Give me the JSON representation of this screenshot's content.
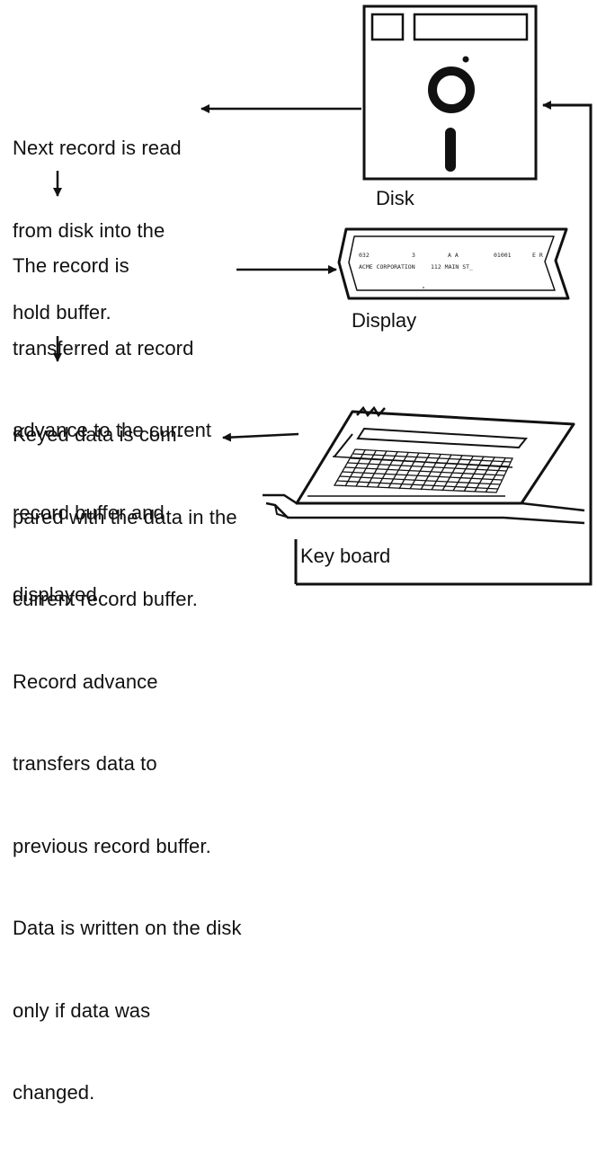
{
  "steps": {
    "step1": [
      "Next record is read",
      "from disk into the",
      "hold buffer."
    ],
    "step2": [
      "The record is",
      "transferred at record",
      "advance to the current",
      "record buffer and",
      "displayed."
    ],
    "step3": [
      "Keyed data is com-",
      "pared with the data in the",
      "current record buffer.",
      "Record advance",
      "transfers data to",
      "previous record buffer.",
      "Data is written on the disk",
      "only if data was",
      "changed."
    ]
  },
  "labels": {
    "disk": "Disk",
    "display": "Display",
    "keyboard": "Key board"
  },
  "display_screen": {
    "line1": [
      "032",
      "3",
      "A  A",
      "01001",
      "E  R"
    ],
    "line2": [
      "ACME CORPORATION",
      "112 MAIN ST_"
    ]
  }
}
